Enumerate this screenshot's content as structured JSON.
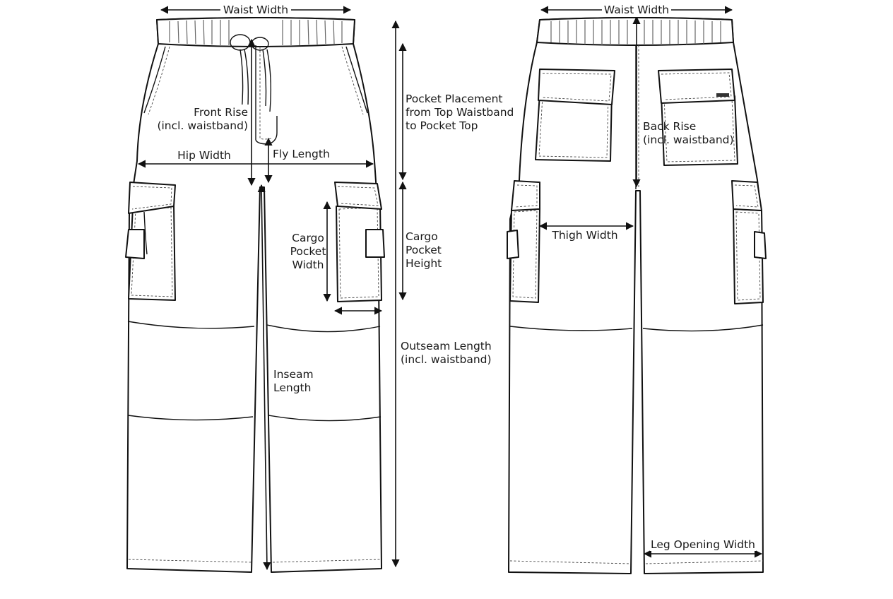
{
  "front_view": {
    "waist_width_label": "Waist Width",
    "front_rise_label": [
      "Front Rise",
      "(incl. waistband)"
    ],
    "hip_width_label": "Hip Width",
    "fly_length_label": "Fly Length",
    "cargo_pocket_width_label": [
      "Cargo",
      "Pocket",
      "Width"
    ],
    "cargo_pocket_height_label": [
      "Cargo",
      "Pocket",
      "Height"
    ],
    "pocket_placement_label": [
      "Pocket Placement",
      "from Top Waistband",
      "to Pocket Top"
    ],
    "outseam_length_label": [
      "Outseam Length",
      "(incl. waistband)"
    ],
    "inseam_length_label": [
      "Inseam",
      "Length"
    ]
  },
  "back_view": {
    "waist_width_label": "Waist Width",
    "back_rise_label": [
      "Back Rise",
      "(incl. waistband)"
    ],
    "thigh_width_label": "Thigh Width",
    "leg_opening_width_label": "Leg Opening Width"
  },
  "colors": {
    "line": "#111111",
    "background": "#ffffff"
  }
}
